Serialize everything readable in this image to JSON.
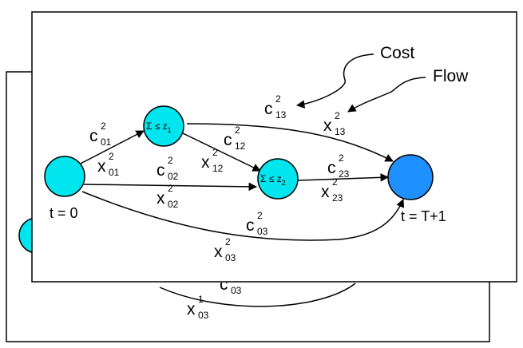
{
  "colors": {
    "node_fill": "#00e5ee",
    "sink_fill": "#1e90ff",
    "stroke": "#000000",
    "background": "#ffffff"
  },
  "annotations": {
    "cost": "Cost",
    "flow": "Flow"
  },
  "time_labels": {
    "source": "t = 0",
    "sink": "t = T+1"
  },
  "nodes": {
    "n1": {
      "text": "Σ ≤ z",
      "sub": "1"
    },
    "n2": {
      "text": "Σ ≤ z",
      "sub": "2"
    }
  },
  "edges": {
    "e01": {
      "cost": "c",
      "cost_sup": "2",
      "cost_sub": "01",
      "flow": "x",
      "flow_sup": "2",
      "flow_sub": "01"
    },
    "e02": {
      "cost": "c",
      "cost_sup": "2",
      "cost_sub": "02",
      "flow": "x",
      "flow_sup": "2",
      "flow_sub": "02"
    },
    "e12": {
      "cost": "c",
      "cost_sup": "2",
      "cost_sub": "12",
      "flow": "x",
      "flow_sup": "2",
      "flow_sub": "12"
    },
    "e13": {
      "cost": "c",
      "cost_sup": "2",
      "cost_sub": "13",
      "flow": "x",
      "flow_sup": "2",
      "flow_sub": "13"
    },
    "e23": {
      "cost": "c",
      "cost_sup": "2",
      "cost_sub": "23",
      "flow": "x",
      "flow_sup": "2",
      "flow_sub": "23"
    },
    "e03": {
      "cost": "c",
      "cost_sup": "2",
      "cost_sub": "03",
      "flow": "x",
      "flow_sup": "2",
      "flow_sub": "03"
    }
  },
  "back_layer": {
    "e03": {
      "cost": "c",
      "cost_sub": "03",
      "flow": "x",
      "flow_sup": "1",
      "flow_sub": "03"
    }
  }
}
